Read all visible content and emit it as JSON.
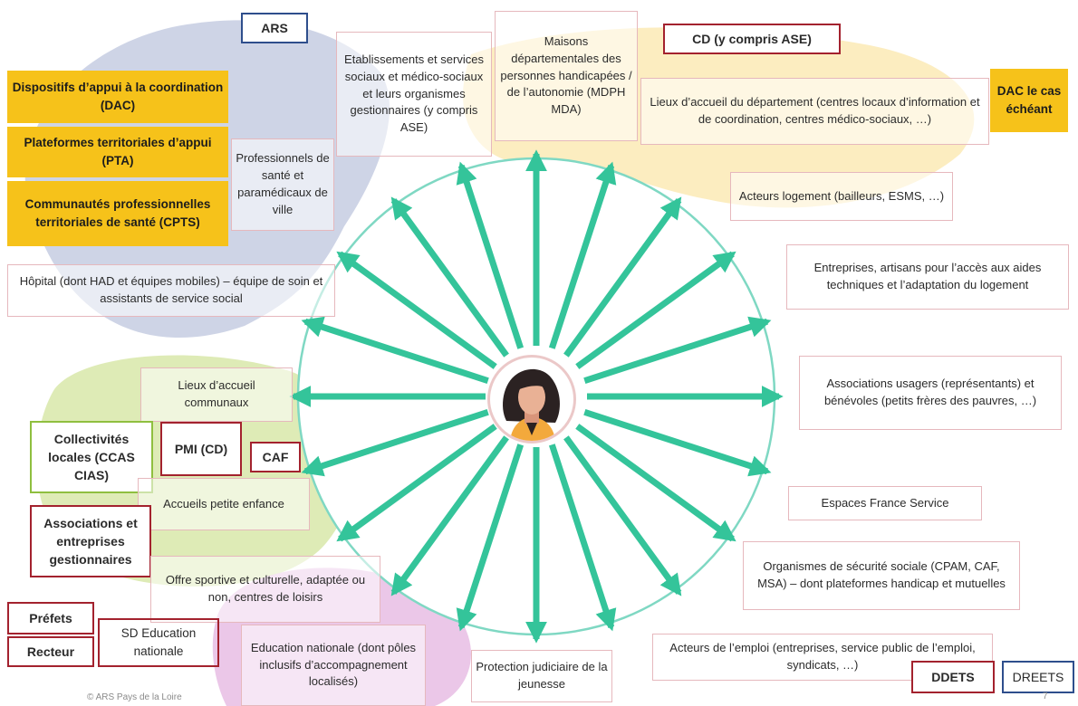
{
  "colors": {
    "arrow": "#34c49a",
    "circle": "#7fd8c3",
    "ars_zone": "#c5cde2",
    "cd_zone": "#fbe8b0",
    "collectivites_zone": "#d8e8a9",
    "education_zone": "#e7bde4",
    "box_border": "#e6b8bd",
    "yellow": "#f6c21a",
    "red": "#a3222e",
    "blue": "#2e4e8c",
    "green": "#8fbf3f"
  },
  "center_icon": "person-avatar",
  "labels": {
    "ars": "ARS",
    "cd": "CD (y compris ASE)",
    "dac_left": "Dispositifs d’appui à la coordination (DAC)",
    "pta": "Plateformes territoriales d’appui (PTA)",
    "cpts": "Communautés professionnelles territoriales de santé (CPTS)",
    "dac_right": "DAC le cas échéant",
    "etablissements": "Etablissements et services sociaux et médico-sociaux et leurs organismes gestionnaires (y compris ASE)",
    "maisons": "Maisons départementales des personnes handicapées / de l’autonomie (MDPH MDA)",
    "lieux_departement": "Lieux d’accueil du département (centres locaux d’information et de coordination, centres médico-sociaux, …)",
    "professionnels": "Professionnels de santé et paramédicaux de ville",
    "logement": "Acteurs logement (bailleurs, ESMS, …)",
    "entreprises": "Entreprises, artisans pour l’accès aux aides techniques et l’adaptation du logement",
    "hopital": "Hôpital (dont HAD et équipes mobiles) – équipe de soin et assistants de service social",
    "lieux_communaux": "Lieux d’accueil communaux",
    "associations_usagers": "Associations usagers (représentants) et bénévoles (petits frères des pauvres, …)",
    "collectivites": "Collectivités locales (CCAS CIAS)",
    "pmi": "PMI (CD)",
    "caf": "CAF",
    "accueils": "Accueils petite enfance",
    "france_service": "Espaces France Service",
    "associations_gest": "Associations et entreprises gestionnaires",
    "securite": "Organismes de sécurité sociale (CPAM, CAF, MSA) – dont plateformes handicap et mutuelles",
    "offre": "Offre sportive et culturelle, adaptée ou non, centres de loisirs",
    "prefets": "Préfets",
    "recteur": "Recteur",
    "sd_education": "SD Education nationale",
    "education": "Education nationale (dont pôles inclusifs d’accompagnement localisés)",
    "protection": "Protection judiciaire de la jeunesse",
    "emploi": "Acteurs de l’emploi (entreprises, service public de l’emploi, syndicats, …)",
    "ddets": "DDETS",
    "dreets": "DREETS",
    "credit": "© ARS Pays de la Loire",
    "page": "7"
  }
}
